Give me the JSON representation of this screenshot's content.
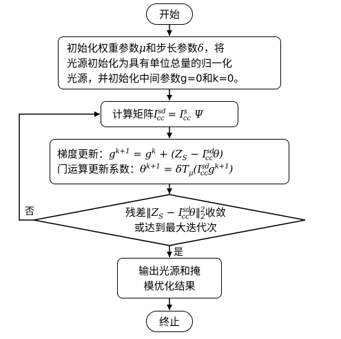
{
  "start": "开始",
  "end": "终止",
  "init": {
    "line1_a": "初始化权重参数",
    "line1_mu": "μ",
    "line1_b": "和步长参数",
    "line1_delta": "δ",
    "line1_c": "，将",
    "line2": "光源初始化为具有单位总量的归一化",
    "line3": "光源，并初始化中间参数g=0和k=0。"
  },
  "compute": {
    "label": "计算矩阵",
    "formula": "I_cc^sd = I_cc^s Ψ"
  },
  "update": {
    "gradient_label": "梯度更新：",
    "gradient_formula": "g^(k+1) = g^k + (Z_S − I_cc^sd θ)",
    "gate_label": "门运算更新系数：",
    "gate_formula": "θ^(k+1) = δT_μ(I_cc^sd g^(k+1))"
  },
  "decision": {
    "line1_a": "残差",
    "line1_formula": "‖Z_S − I_cc^sd θ‖₂²",
    "line1_b": "收敛",
    "line2": "或达到最大迭代次"
  },
  "yes_label": "是",
  "no_label": "否",
  "output": {
    "line1": "输出光源和掩",
    "line2": "模优化结果"
  }
}
